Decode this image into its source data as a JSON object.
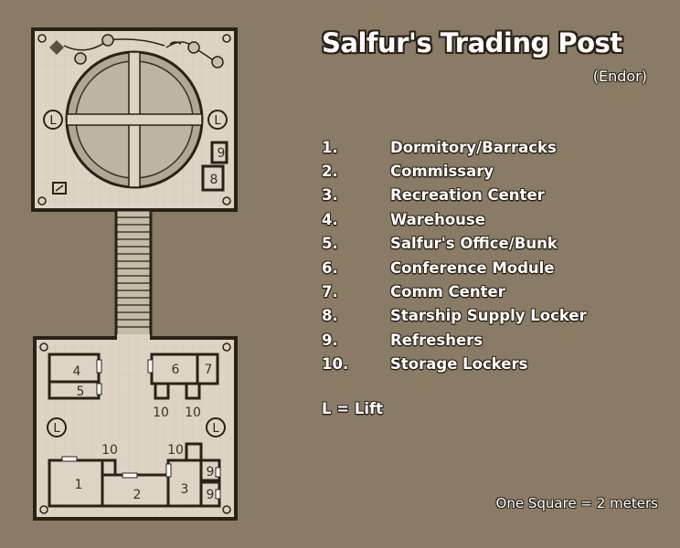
{
  "title": "Salfur's Trading Post",
  "subtitle": "(Endor)",
  "legend": [
    {
      "num": "1.",
      "label": "Dormitory/Barracks"
    },
    {
      "num": "2.",
      "label": "Commissary"
    },
    {
      "num": "3.",
      "label": "Recreation Center"
    },
    {
      "num": "4.",
      "label": "Warehouse"
    },
    {
      "num": "5.",
      "label": "Salfur's Office/Bunk"
    },
    {
      "num": "6.",
      "label": "Conference Module"
    },
    {
      "num": "7.",
      "label": "Comm Center"
    },
    {
      "num": "8.",
      "label": "Starship Supply Locker"
    },
    {
      "num": "9.",
      "label": "Refreshers"
    },
    {
      "num": "10.",
      "label": "Storage Lockers"
    }
  ],
  "lift_note": "L = Lift",
  "scale_note": "One Square = 2 meters",
  "map": {
    "lift_symbol": "L",
    "room_labels": {
      "r1": "1",
      "r2": "2",
      "r3": "3",
      "r4": "4",
      "r5": "5",
      "r6": "6",
      "r7": "7",
      "r8": "8",
      "r9a": "9",
      "r9b": "9",
      "r9c": "9",
      "r10a": "10",
      "r10b": "10",
      "r10c": "10",
      "r10d": "10"
    }
  },
  "colors": {
    "background": "#8a7b66",
    "floor": "#ddd4c4",
    "wall": "#2a2218",
    "text": "#ffffff"
  }
}
